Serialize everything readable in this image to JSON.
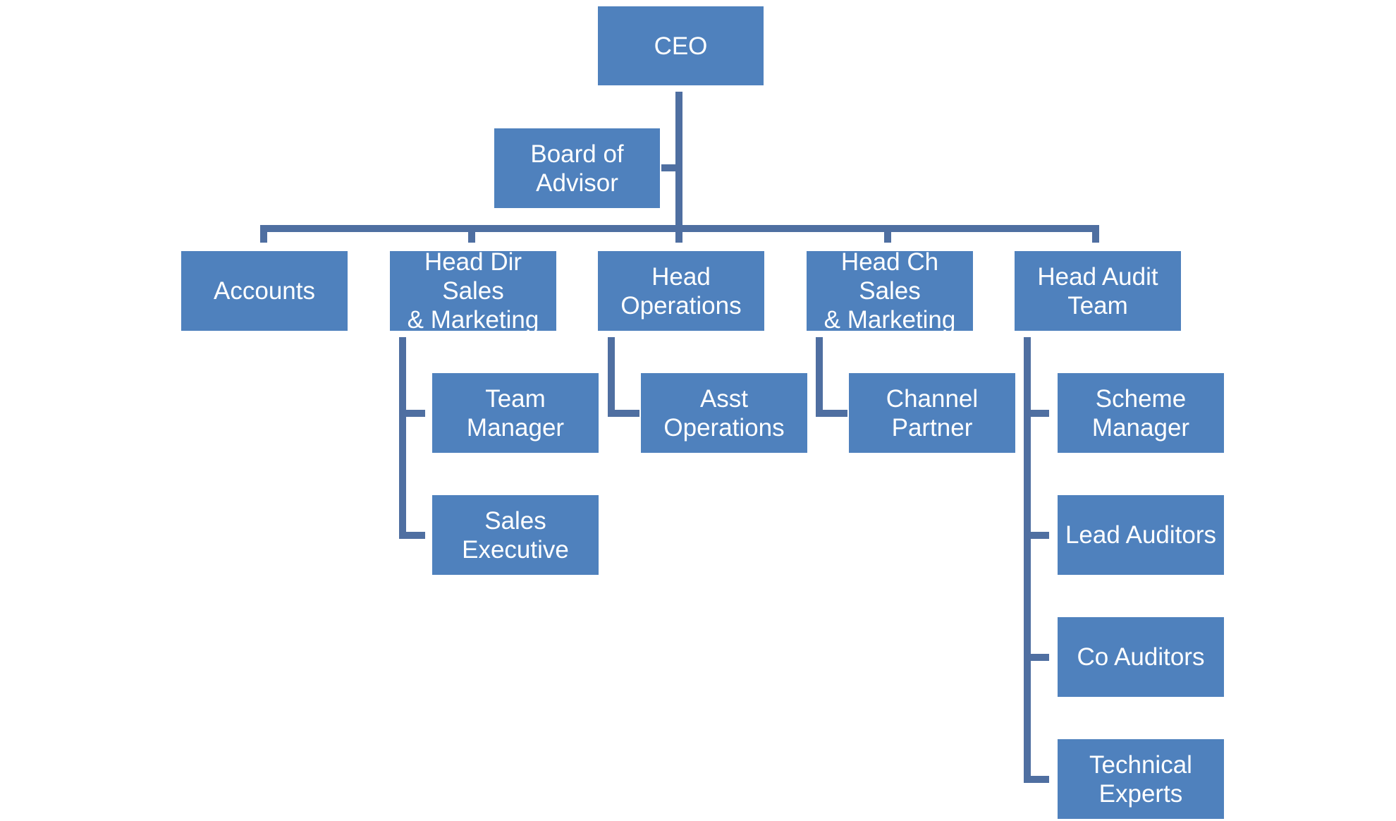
{
  "org_chart": {
    "ceo": "CEO",
    "board": "Board of\nAdvisor",
    "departments": {
      "accounts": "Accounts",
      "direct_sales": "Head Dir Sales\n& Marketing",
      "operations": "Head\nOperations",
      "channel_sales": "Head Ch Sales\n& Marketing",
      "audit": "Head Audit\nTeam"
    },
    "direct_sales_reports": [
      "Team Manager",
      "Sales Executive"
    ],
    "operations_reports": [
      "Asst Operations"
    ],
    "channel_sales_reports": [
      "Channel\nPartner"
    ],
    "audit_reports": [
      "Scheme\nManager",
      "Lead Auditors",
      "Co Auditors",
      "Technical\nExperts"
    ]
  }
}
